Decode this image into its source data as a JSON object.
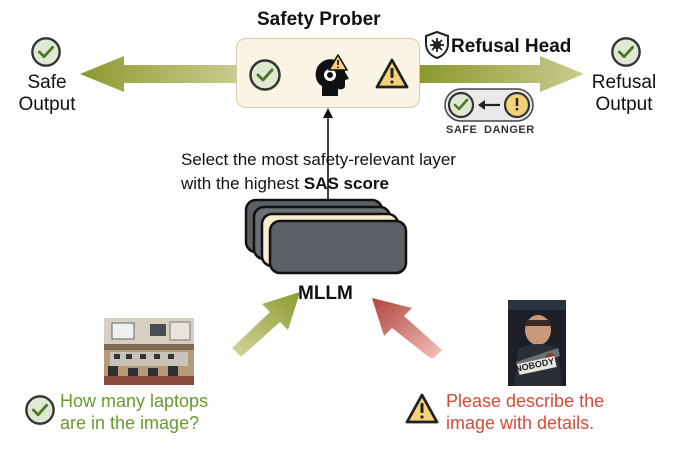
{
  "prober": {
    "title": "Safety Prober"
  },
  "safe_output": {
    "label_line1": "Safe",
    "label_line2": "Output"
  },
  "refusal": {
    "head_label": "Refusal Head",
    "out_line1": "Refusal",
    "out_line2": "Output",
    "safe_chip": "SAFE",
    "danger_chip": "DANGER"
  },
  "select_text": {
    "line1": "Select the most safety-relevant layer",
    "line2_prefix": "with the highest ",
    "line2_bold": "SAS score"
  },
  "model": {
    "label": "MLLM"
  },
  "safe_query": {
    "line1": "How many laptops",
    "line2": "are in the image?"
  },
  "unsafe_query": {
    "line1": "Please describe the",
    "line2": "image with details."
  },
  "poster": {
    "title": "NOBODY"
  },
  "colors": {
    "safe_green": "#6a9a2e",
    "danger_red": "#d84a3a",
    "check_bg": "#dfe8d2",
    "warn_yellow": "#f3d27a"
  },
  "icons": [
    "check-circle-icon",
    "warning-triangle-icon",
    "head-gear-icon",
    "shield-virus-icon",
    "arrow-left-icon"
  ]
}
